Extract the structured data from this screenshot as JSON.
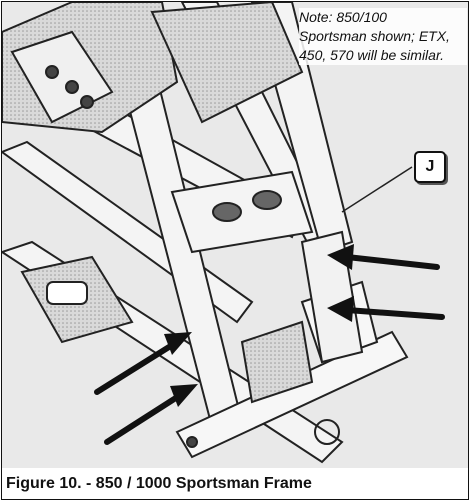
{
  "note": "Note: 850/100\nSportsman shown; ETX,\n450, 570 will be similar.",
  "callout_label": "J",
  "caption": "Figure 10. - 850 / 1000 Sportsman Frame"
}
